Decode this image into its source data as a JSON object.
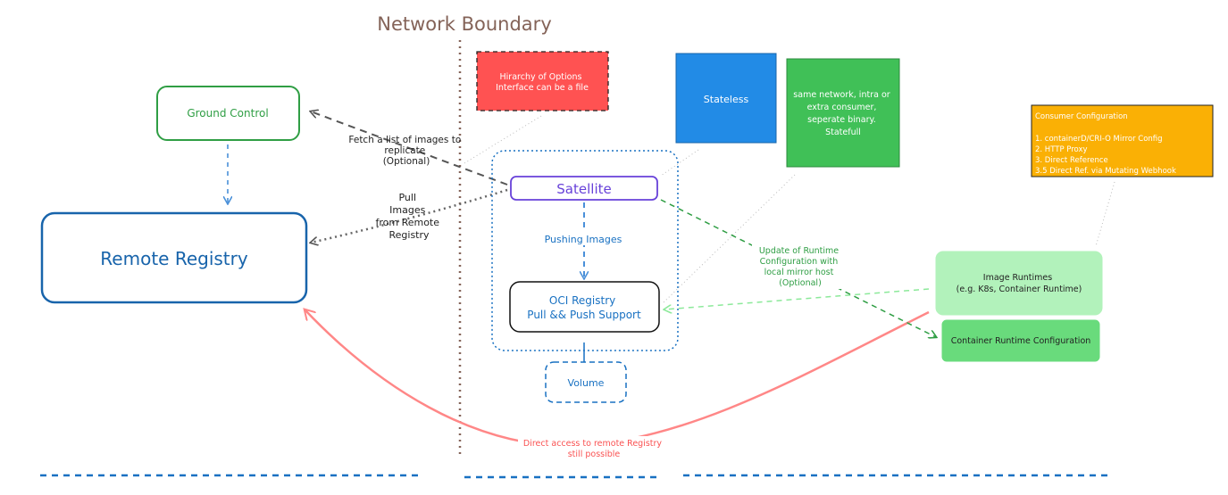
{
  "title": "Network Boundary",
  "nodes": {
    "ground_control": "Ground Control",
    "remote_registry": "Remote Registry",
    "satellite": "Satellite",
    "oci_registry": [
      "OCI Registry",
      "Pull && Push Support"
    ],
    "volume": "Volume",
    "image_runtimes": [
      "Image Runtimes",
      "(e.g. K8s, Container Runtime)"
    ],
    "container_runtime_config": "Container Runtime Configuration"
  },
  "notes": {
    "hierarchy": [
      "Hirarchy of Options",
      "Interface can be a file"
    ],
    "stateless": "Stateless",
    "same_network": [
      "same network, intra or",
      "extra consumer,",
      "seperate  binary.",
      "Statefull"
    ],
    "consumer_config": {
      "title": "Consumer Configuration",
      "items": [
        "1.  containerD/CRI-O Mirror Config",
        "2. HTTP Proxy",
        "3. Direct Reference",
        "3.5 Direct Ref. via Mutating Webhook"
      ]
    }
  },
  "edge_labels": {
    "fetch_list": [
      "Fetch a list of images to",
      "replicate",
      "(Optional)"
    ],
    "pull_images": [
      "Pull",
      "Images",
      "from Remote",
      "Registry"
    ],
    "pushing_images": "Pushing Images",
    "update_runtime": [
      "Update of Runtime",
      "Configuration with",
      "local mirror host",
      "(Optional)"
    ],
    "direct_access": [
      "Direct access to remote Registry",
      "still possible"
    ]
  },
  "colors": {
    "green": "#2f9e44",
    "blue": "#1971c2",
    "purple": "#6741d9",
    "red_note": "#ff5252",
    "blue_note": "#228be6",
    "green_note": "#40c057",
    "orange_note": "#fab005",
    "light_green": "#b2f2bb",
    "mid_green": "#69db7c",
    "salmon": "#ff8787",
    "boundary": "#846358"
  }
}
